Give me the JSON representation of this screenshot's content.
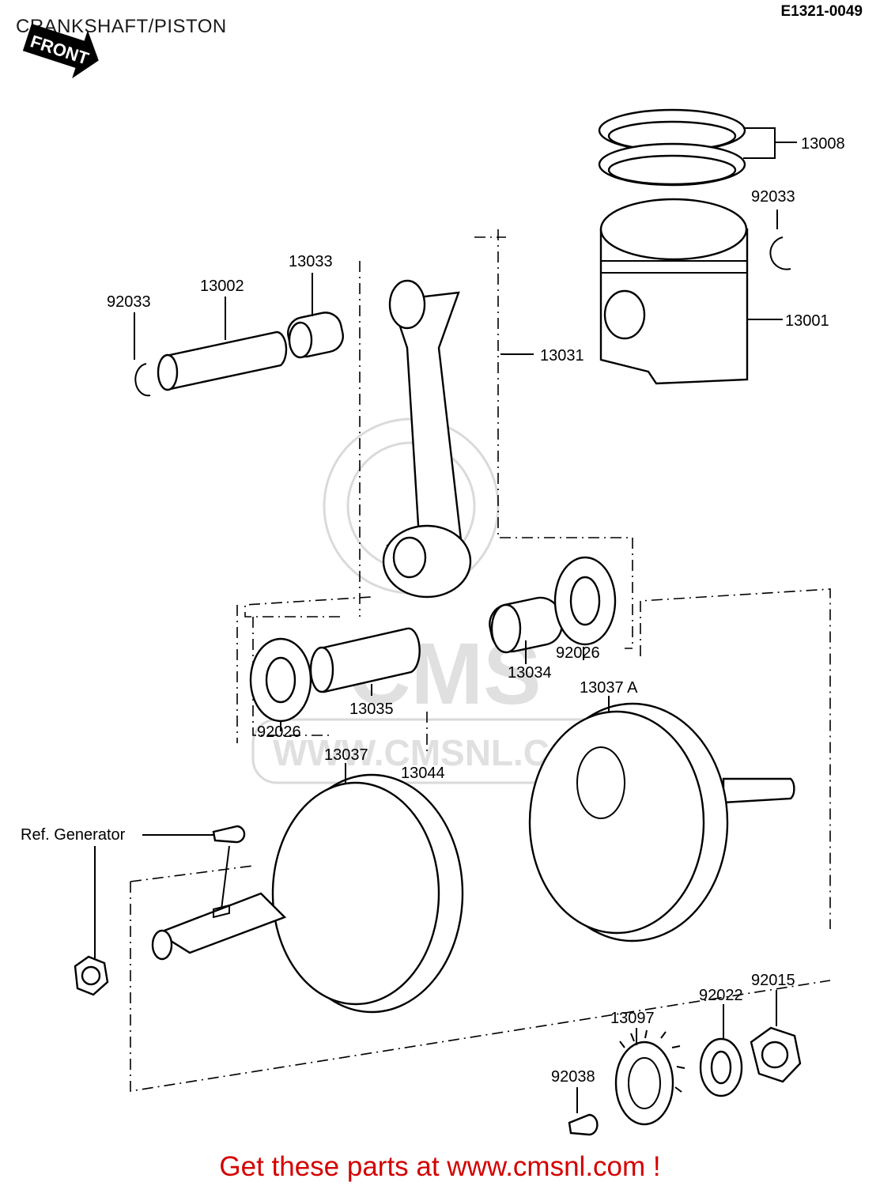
{
  "header": {
    "title": "CRANKSHAFT/PISTON",
    "diagram_code": "E1321-0049",
    "front_label": "FRONT"
  },
  "parts": {
    "p13008": "13008",
    "p92033_right": "92033",
    "p13001": "13001",
    "p13031": "13031",
    "p13033": "13033",
    "p13002": "13002",
    "p92033_left": "92033",
    "p92026_right": "92026",
    "p13034": "13034",
    "p13035": "13035",
    "p92026_left": "92026",
    "p13037A": "13037 A",
    "p13037": "13037",
    "p13044": "13044",
    "ref_generator": "Ref. Generator",
    "p13097": "13097",
    "p92022": "92022",
    "p92015": "92015",
    "p92038": "92038"
  },
  "watermark": {
    "brand": "CMS",
    "url": "WWW.CMSNL.COM"
  },
  "footer": {
    "cta": "Get these parts at www.cmsnl.com !"
  },
  "colors": {
    "footer_text": "#d40000",
    "line": "#000000",
    "watermark": "#c8c8c8"
  }
}
